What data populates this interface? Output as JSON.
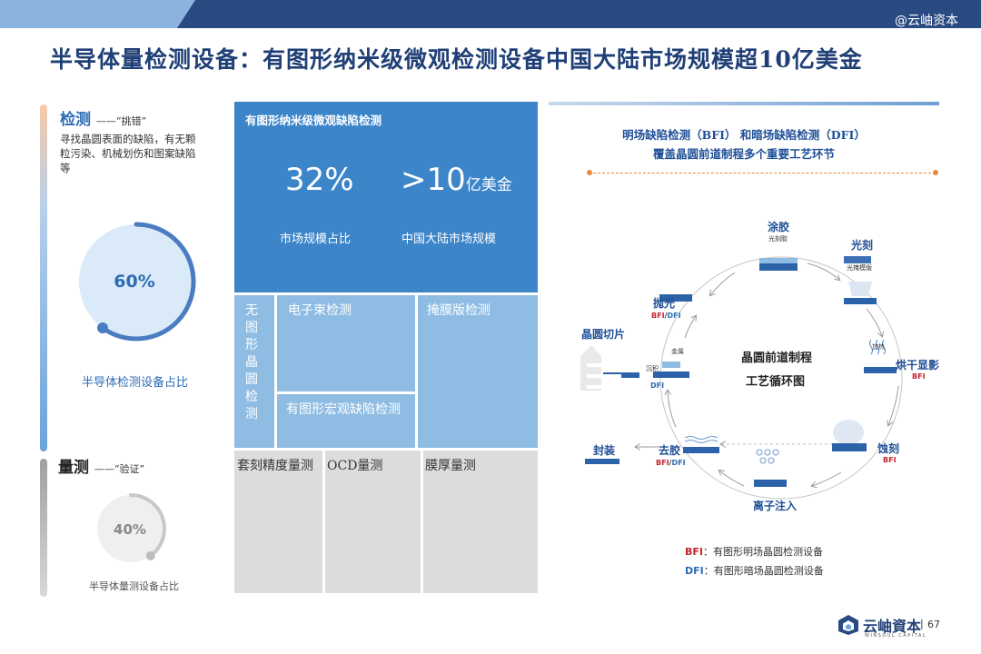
{
  "header": {
    "watermark": "@云岫资本",
    "title": "半导体量检测设备：有图形纳米级微观检测设备中国大陆市场规模超10亿美金"
  },
  "detection": {
    "title": "检测",
    "subtitle": "——“挑错”",
    "description": "寻找晶圆表面的缺陷，有无颗粒污染、机械划伤和图案缺陷等",
    "percent": 60,
    "percent_label": "60%",
    "caption": "半导体检测设备占比",
    "color": "#4a7cc2"
  },
  "metrology": {
    "title": "量测",
    "subtitle": "——“验证”",
    "percent": 40,
    "percent_label": "40%",
    "caption": "半导体量测设备占比",
    "color": "#c8c8c8"
  },
  "treemap": {
    "main_title": "有图形纳米级微观缺陷检测",
    "stat1_value": "32%",
    "stat1_caption": "市场规模占比",
    "stat2_value": ">10",
    "stat2_unit": "亿美金",
    "stat2_caption": "中国大陆市场规模",
    "cells": {
      "unpatterned": "无图形晶圆检测",
      "ebeam": "电子束检测",
      "mask": "掩膜版检测",
      "macro": "有图形宏观缺陷检测",
      "overlay": "套刻精度量测",
      "ocd": "OCD量测",
      "film": "膜厚量测"
    }
  },
  "diagram": {
    "heading_line1": "明场缺陷检测（BFI） 和暗场缺陷检测（DFI）",
    "heading_line2": "覆盖晶圆前道制程多个重要工艺环节",
    "center_line1": "晶圆前道制程",
    "center_line2": "工艺循环图",
    "steps": {
      "coat": "涂胶",
      "litho": "光刻",
      "bake": "烘干显影",
      "etch": "蚀刻",
      "implant": "离子注入",
      "strip": "去胶",
      "deposit": "沉积",
      "polish": "抛光",
      "slicing": "晶圆切片",
      "package": "封装"
    },
    "small_labels": {
      "photoresist": "光刻胶",
      "photomask": "光掩模版",
      "heat": "加热",
      "metal": "金属"
    },
    "tags": {
      "bfi": "BFI",
      "dfi": "DFI",
      "sep": "/"
    },
    "legend": {
      "bfi_key": "BFI",
      "bfi_text": "：有图形明场晶圆检测设备",
      "dfi_key": "DFI",
      "dfi_text": "：有图形暗场晶圆检测设备"
    }
  },
  "footer": {
    "logo_text": "云岫資本",
    "logo_sub": "WINSOUL CAPITAL",
    "separator": "|",
    "page_number": "67"
  }
}
